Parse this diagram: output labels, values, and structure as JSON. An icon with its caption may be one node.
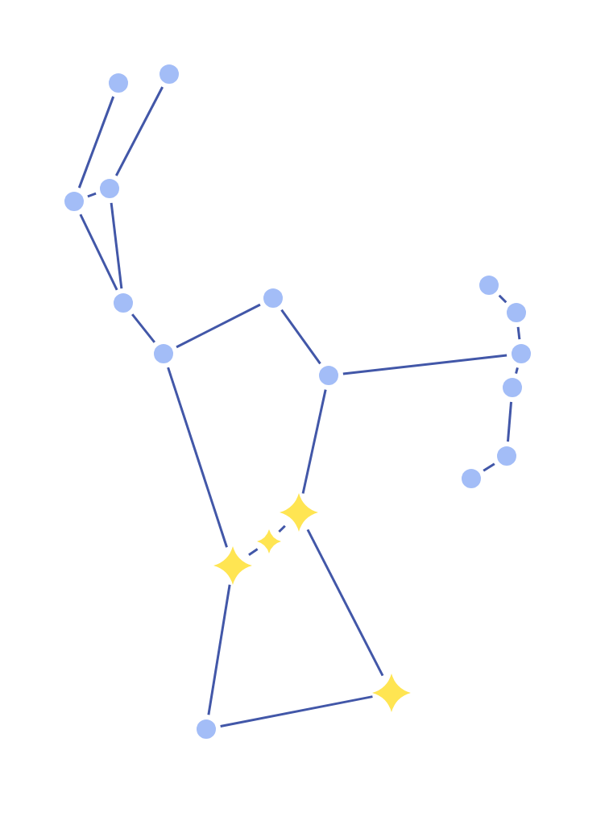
{
  "diagram": {
    "nodes": [
      {
        "text": [],
        "shape": "circle"
      },
      {
        "text": [],
        "shape": "circle"
      },
      {
        "text": [],
        "shape": "circle"
      },
      {
        "text": [],
        "shape": "circle"
      },
      {
        "text": [],
        "shape": "circle"
      },
      {
        "text": [],
        "shape": "circle"
      },
      {
        "text": [],
        "shape": "circle"
      },
      {
        "text": [],
        "shape": "circle"
      },
      {
        "text": [],
        "shape": "circle"
      },
      {
        "text": [],
        "shape": "circle"
      },
      {
        "text": [],
        "shape": "circle"
      },
      {
        "text": [],
        "shape": "circle"
      },
      {
        "text": [],
        "shape": "circle"
      },
      {
        "text": [],
        "shape": "circle"
      },
      {
        "text": [],
        "shape": "star"
      },
      {
        "text": [],
        "shape": "star"
      },
      {
        "text": [],
        "shape": "star"
      },
      {
        "text": [],
        "shape": "star"
      },
      {
        "text": [],
        "shape": "circle"
      }
    ],
    "edges": [
      {
        "from": 1,
        "to": 3,
        "arrow": "none"
      },
      {
        "from": 0,
        "to": 2,
        "arrow": "none"
      },
      {
        "from": 3,
        "to": 2,
        "arrow": "none"
      },
      {
        "from": 3,
        "to": 6,
        "arrow": "none"
      },
      {
        "from": 2,
        "to": 6,
        "arrow": "none"
      },
      {
        "from": 6,
        "to": 8,
        "arrow": "none"
      },
      {
        "from": 8,
        "to": 5,
        "arrow": "none"
      },
      {
        "from": 5,
        "to": 10,
        "arrow": "none"
      },
      {
        "from": 10,
        "to": 9,
        "arrow": "none"
      },
      {
        "from": 4,
        "to": 7,
        "arrow": "none"
      },
      {
        "from": 7,
        "to": 9,
        "arrow": "none"
      },
      {
        "from": 9,
        "to": 11,
        "arrow": "none"
      },
      {
        "from": 11,
        "to": 12,
        "arrow": "none"
      },
      {
        "from": 12,
        "to": 13,
        "arrow": "none"
      },
      {
        "from": 10,
        "to": 14,
        "arrow": "none"
      },
      {
        "from": 14,
        "to": 15,
        "arrow": "none"
      },
      {
        "from": 15,
        "to": 16,
        "arrow": "none"
      },
      {
        "from": 8,
        "to": 16,
        "arrow": "none"
      },
      {
        "from": 16,
        "to": 18,
        "arrow": "none"
      },
      {
        "from": 18,
        "to": 17,
        "arrow": "none"
      },
      {
        "from": 14,
        "to": 17,
        "arrow": "none"
      }
    ]
  }
}
